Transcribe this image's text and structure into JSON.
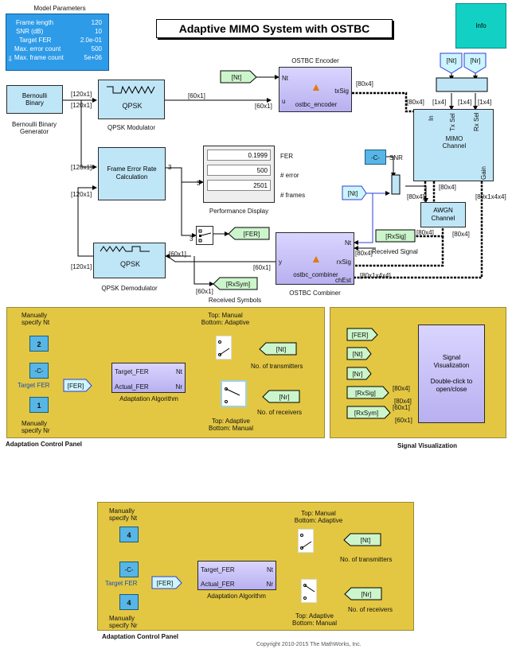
{
  "model_params": {
    "title": "Model Parameters",
    "rows": [
      {
        "label": "Frame length",
        "value": "120"
      },
      {
        "label": "SNR (dB)",
        "value": "10"
      },
      {
        "label": "Target FER",
        "value": "2.0e-01"
      },
      {
        "label": "Max. error count",
        "value": "500"
      },
      {
        "label": "Max. frame count",
        "value": "5e+06"
      }
    ]
  },
  "title": "Adaptive MIMO System with OSTBC",
  "info_label": "Info",
  "bernoulli": {
    "label": "Bernoulli\nBinary",
    "caption": "Bernoulli Binary\nGenerator"
  },
  "qpsk_mod": {
    "label": "QPSK",
    "caption": "QPSK Modulator"
  },
  "qpsk_demod": {
    "label": "QPSK",
    "caption": "QPSK Demodulator"
  },
  "fer_calc": {
    "label": "Frame Error Rate\nCalculation"
  },
  "display": {
    "values": [
      "0.1999",
      "500",
      "2501"
    ],
    "labels": [
      "FER",
      "# error",
      "# frames"
    ],
    "caption": "Performance Display",
    "port": "3"
  },
  "encoder": {
    "title": "OSTBC Encoder",
    "port_nt": "Nt",
    "port_u": "u",
    "port_out": "txSig",
    "name": "ostbc_encoder"
  },
  "combiner": {
    "title": "OSTBC Combiner",
    "port_nt": "Nt",
    "port_rx": "rxSig",
    "port_ch": "chEst",
    "port_y": "y",
    "name": "ostbc_combiner"
  },
  "mimo": {
    "label": "MIMO\nChannel",
    "port_in": "In",
    "port_tx": "Tx Sel",
    "port_rx": "Rx Sel",
    "port_gain": "Gain"
  },
  "awgn": {
    "label": "AWGN\nChannel"
  },
  "snr": {
    "const": "-C-",
    "label": "SNR"
  },
  "tags": {
    "nt": "[Nt]",
    "nr": "[Nr]",
    "fer": "[FER]",
    "rxsig": "[RxSig]",
    "rxsym": "[RxSym]",
    "received_signal": "Received Signal",
    "received_symbols": "Received Symbols"
  },
  "sizes": {
    "s120": "[120x1]",
    "s60": "[60x1]",
    "s80x4": "[80x4]",
    "s1x4": "[1x4]",
    "s80x1x4x4": "[80x1x4x4]",
    "s3": "3"
  },
  "acp": {
    "manual_nt": "Manually\nspecify Nt",
    "manual_nr": "Manually\nspecify Nr",
    "top_manual": "Top: Manual\nBottom: Adaptive",
    "top_adaptive": "Top: Adaptive\nBottom: Manual",
    "target_fer": "Target FER",
    "const_c": "-C-",
    "port_target": "Target_FER",
    "port_actual": "Actual_FER",
    "port_nt": "Nt",
    "port_nr": "Nr",
    "algo": "Adaptation Algorithm",
    "tx_caption": "No. of transmitters",
    "rx_caption": "No. of receivers",
    "caption": "Adaptation Control Panel",
    "fer_tag": "[FER]",
    "nt_tag": "[Nt]",
    "nr_tag": "[Nr]"
  },
  "acp1": {
    "nt": "2",
    "nr": "1"
  },
  "acp2": {
    "nt": "4",
    "nr": "4"
  },
  "sigvis": {
    "tags": [
      "[FER]",
      "[Nt]",
      "[Nr]",
      "[RxSig]",
      "[RxSym]"
    ],
    "block": "Signal\nVisualization\n\nDouble-click to\nopen/close",
    "caption": "Signal Visualization",
    "s80x4a": "[80x4]",
    "s80x4b": "[80x4]",
    "s60a": "[60x1]",
    "s60b": "[60x1]"
  },
  "copyright": "Copyright 2010-2015 The MathWorks, Inc."
}
